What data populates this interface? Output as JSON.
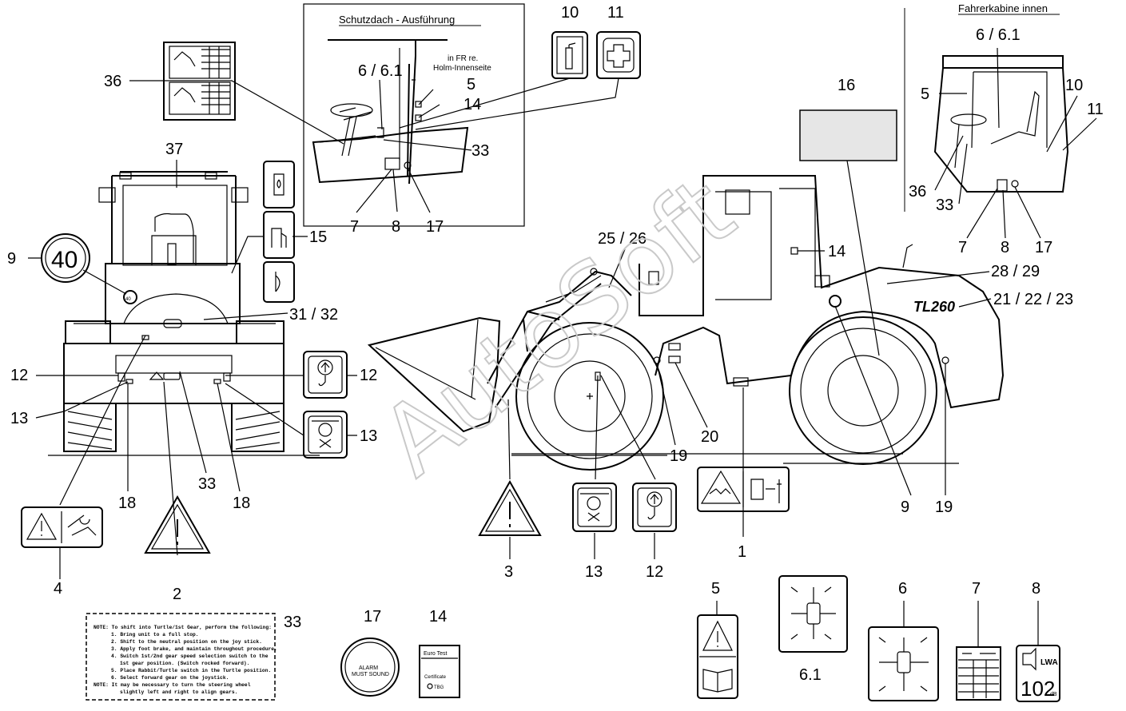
{
  "diagram": {
    "watermark": "AutoSoft",
    "titles": {
      "schutzdach": "Schutzdach - Ausführung",
      "fahrerkabine": "Fahrerkabine innen",
      "in_fr": "in FR re.",
      "holm": "Holm-Innenseite"
    },
    "model_badge": "TL260",
    "speed_sign": "40",
    "labels": {
      "l1": "1",
      "l2": "2",
      "l3": "3",
      "l4": "4",
      "l5a": "5",
      "l5b": "5",
      "l5c": "5",
      "l6a": "6 / 6.1",
      "l6b": "6 / 6.1",
      "l6c": "6",
      "l61": "6.1",
      "l7a": "7",
      "l7b": "7",
      "l7c": "7",
      "l8a": "8",
      "l8b": "8",
      "l8c": "8",
      "l9a": "9",
      "l9b": "9",
      "l10a": "10",
      "l10b": "10",
      "l11a": "11",
      "l11b": "11",
      "l12a": "12",
      "l12b": "12",
      "l12c": "12",
      "l13a": "13",
      "l13b": "13",
      "l13c": "13",
      "l14a": "14",
      "l14b": "14",
      "l14c": "14",
      "l15": "15",
      "l16": "16",
      "l17a": "17",
      "l17b": "17",
      "l17c": "17",
      "l18a": "18",
      "l18b": "18",
      "l19a": "19",
      "l19b": "19",
      "l20": "20",
      "l2123": "21 / 22 / 23",
      "l2526": "25 / 26",
      "l2829": "28 / 29",
      "l3132": "31 / 32",
      "l33a": "33",
      "l33b": "33",
      "l33c": "33",
      "l33d": "33",
      "l36a": "36",
      "l36b": "36",
      "l37": "37"
    },
    "note_decal": [
      "NOTE: To shift into Turtle/1st Gear, perform the following:",
      "1. Bring unit to a full stop.",
      "2. Shift to the neutral position on the joy stick.",
      "3. Apply foot brake, and maintain throughout procedure.",
      "4. Switch 1st/2nd gear speed selection switch to the",
      "1st gear position. (Switch rocked forward).",
      "5. Place Rabbit/Turtle switch in the Turtle position.",
      "6. Select forward gear on the joystick.",
      "NOTE: It may be necessary to turn the steering wheel",
      "slightly left and right to align gears."
    ],
    "alarm_decal": {
      "line1": "ALARM",
      "line2": "MUST SOUND"
    },
    "euro_test": {
      "line1": "Euro Test",
      "line2": "Certificate",
      "line3": "TBG"
    },
    "noise_value": "102",
    "noise_unit": "dB",
    "noise_symbol": "LWA"
  }
}
